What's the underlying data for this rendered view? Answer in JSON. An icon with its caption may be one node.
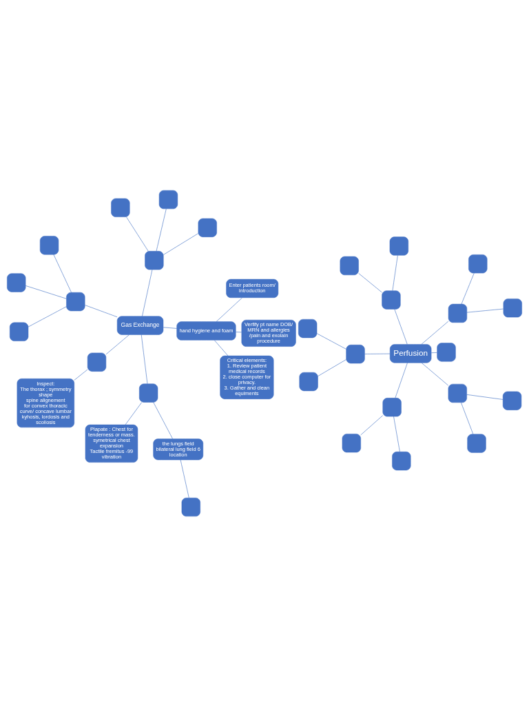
{
  "diagram": {
    "nodes": [
      {
        "text": [
          "Gas Exchange"
        ]
      },
      {
        "text": [
          "Critical elements:",
          "1. Review patient medical records",
          "2. close computer for privacy.",
          "3. Gather and clean equiments"
        ]
      },
      {
        "text": [
          "hand hygiene and foam"
        ]
      },
      {
        "text": [
          "Enter patients room/ introduction"
        ]
      },
      {
        "text": [
          "Verfify pt name DOB/ MRN and allergies /pain and exolain procedure"
        ]
      },
      {
        "text": [
          "Inspect:",
          "The thorax ; symmetry",
          "shape",
          "spine alignement",
          "for convex thoracic curve/ concave lumbar",
          "kyhosis, lordosis and scoliosis"
        ]
      },
      {
        "text": [],
        "shape": "box"
      },
      {
        "text": [],
        "shape": "box"
      },
      {
        "text": [
          "Plapate : Chest for tenderness or mass. symetrical chest expansion",
          "Tactile fremitus -99 vibration"
        ]
      },
      {
        "text": [
          "the lungs field bilateral lung field 6 location"
        ]
      },
      {
        "text": [],
        "shape": "box"
      },
      {
        "text": [],
        "shape": "box"
      },
      {
        "text": [],
        "shape": "box"
      },
      {
        "text": [],
        "shape": "box"
      },
      {
        "text": [],
        "shape": "box"
      },
      {
        "text": [],
        "shape": "box"
      },
      {
        "text": [],
        "shape": "box"
      },
      {
        "text": [],
        "shape": "box"
      },
      {
        "text": [],
        "shape": "box"
      },
      {
        "text": [
          "Perfusion"
        ]
      },
      {
        "text": [],
        "shape": "box"
      },
      {
        "text": [],
        "shape": "box"
      },
      {
        "text": [],
        "shape": "box"
      },
      {
        "text": [],
        "shape": "box"
      },
      {
        "text": [],
        "shape": "box"
      },
      {
        "text": [],
        "shape": "box"
      },
      {
        "text": [],
        "shape": "box"
      },
      {
        "text": [],
        "shape": "box"
      },
      {
        "text": [],
        "shape": "box"
      },
      {
        "text": [],
        "shape": "box"
      },
      {
        "text": [],
        "shape": "box"
      },
      {
        "text": [],
        "shape": "box"
      },
      {
        "text": [],
        "shape": "box"
      },
      {
        "text": [],
        "shape": "box"
      },
      {
        "text": [],
        "shape": "box"
      },
      {
        "text": [],
        "shape": "box"
      }
    ],
    "edges": [
      {
        "from": 0,
        "to": 2,
        "arrow": "none"
      },
      {
        "from": 2,
        "to": 1,
        "arrow": "none"
      },
      {
        "from": 2,
        "to": 3,
        "arrow": "none"
      },
      {
        "from": 2,
        "to": 4,
        "arrow": "none"
      },
      {
        "from": 0,
        "to": 6,
        "arrow": "none"
      },
      {
        "from": 6,
        "to": 5,
        "arrow": "none"
      },
      {
        "from": 0,
        "to": 7,
        "arrow": "none"
      },
      {
        "from": 7,
        "to": 8,
        "arrow": "none"
      },
      {
        "from": 7,
        "to": 9,
        "arrow": "none"
      },
      {
        "from": 9,
        "to": 10,
        "arrow": "none"
      },
      {
        "from": 0,
        "to": 11,
        "arrow": "none"
      },
      {
        "from": 11,
        "to": 12,
        "arrow": "none"
      },
      {
        "from": 11,
        "to": 13,
        "arrow": "none"
      },
      {
        "from": 11,
        "to": 14,
        "arrow": "none"
      },
      {
        "from": 0,
        "to": 15,
        "arrow": "none"
      },
      {
        "from": 15,
        "to": 16,
        "arrow": "none"
      },
      {
        "from": 15,
        "to": 17,
        "arrow": "none"
      },
      {
        "from": 15,
        "to": 18,
        "arrow": "none"
      },
      {
        "from": 19,
        "to": 20,
        "arrow": "none"
      },
      {
        "from": 20,
        "to": 21,
        "arrow": "none"
      },
      {
        "from": 20,
        "to": 22,
        "arrow": "none"
      },
      {
        "from": 19,
        "to": 23,
        "arrow": "none"
      },
      {
        "from": 23,
        "to": 24,
        "arrow": "none"
      },
      {
        "from": 23,
        "to": 25,
        "arrow": "none"
      },
      {
        "from": 19,
        "to": 26,
        "arrow": "none"
      },
      {
        "from": 26,
        "to": 27,
        "arrow": "none"
      },
      {
        "from": 26,
        "to": 28,
        "arrow": "none"
      },
      {
        "from": 19,
        "to": 29,
        "arrow": "none"
      },
      {
        "from": 29,
        "to": 30,
        "arrow": "none"
      },
      {
        "from": 29,
        "to": 31,
        "arrow": "none"
      },
      {
        "from": 19,
        "to": 32,
        "arrow": "none"
      },
      {
        "from": 32,
        "to": 33,
        "arrow": "none"
      },
      {
        "from": 32,
        "to": 34,
        "arrow": "none"
      },
      {
        "from": 19,
        "to": 35,
        "arrow": "none"
      }
    ]
  }
}
